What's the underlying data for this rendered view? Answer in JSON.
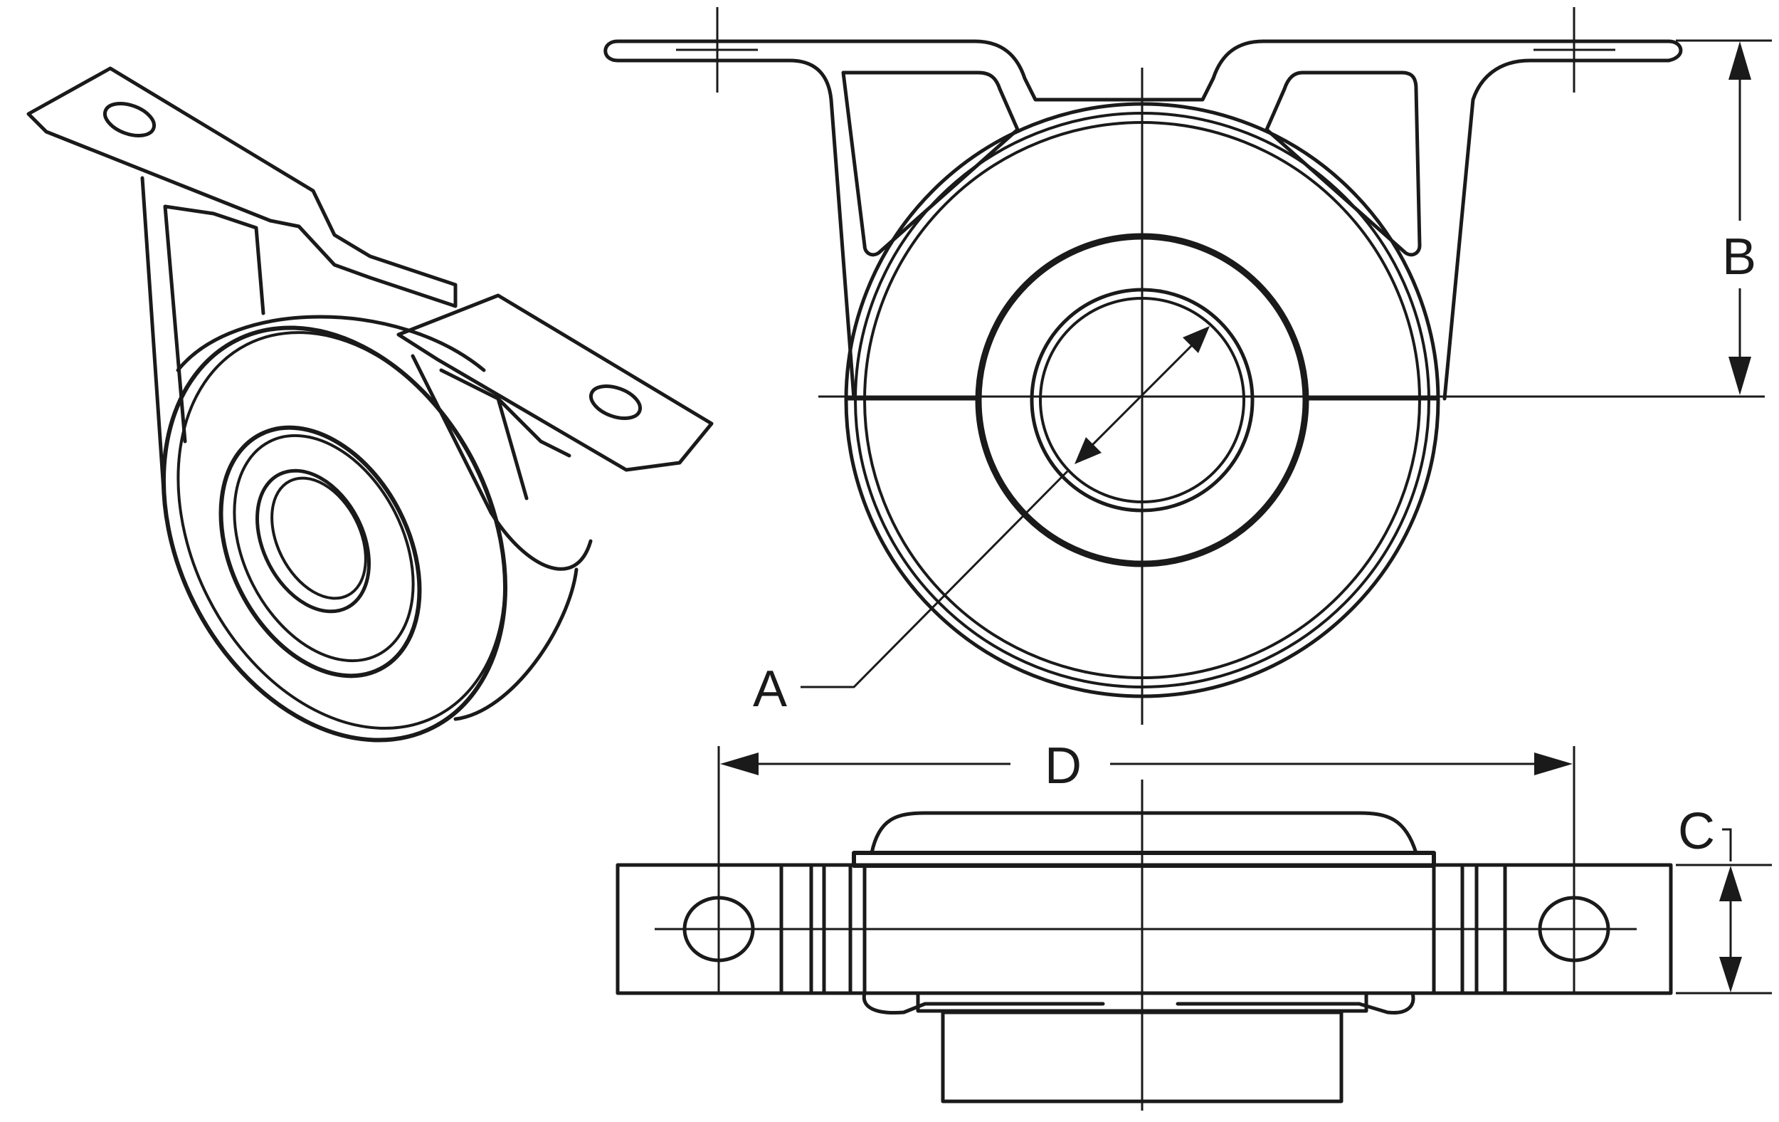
{
  "dimension_labels": {
    "a": "A",
    "b": "B",
    "c": "C",
    "d": "D"
  },
  "colors": {
    "line": "#1a1a1a",
    "background": "#ffffff"
  }
}
